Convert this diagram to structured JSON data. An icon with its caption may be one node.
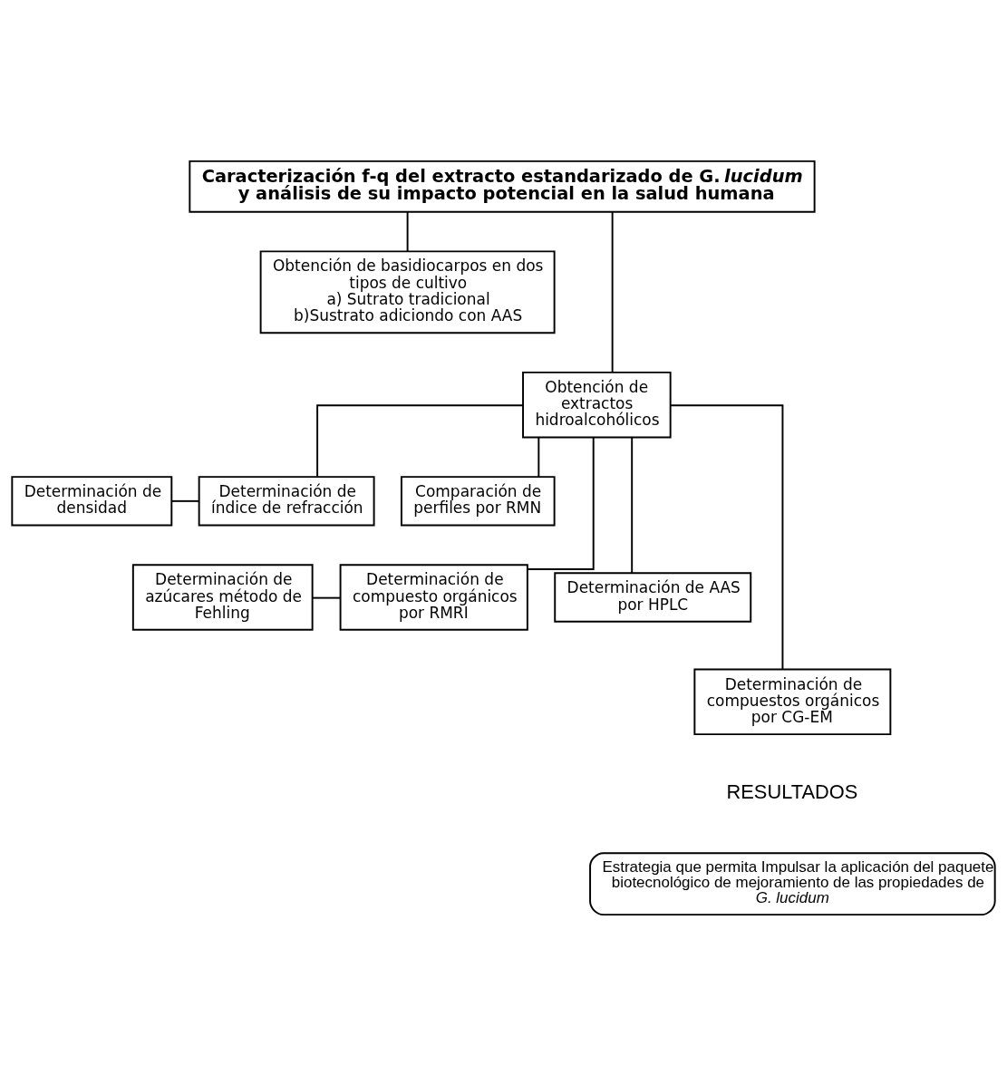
{
  "diagram": {
    "nodes": [
      {
        "text": [
          "Caracterización f-q del extracto estandarizado de G. *lucidum* y análisis de su impacto potencial en la salud humana"
        ]
      },
      {
        "text": [
          "Obtención de basidiocarpos en dos tipos de cultivo",
          "a) Sutrato tradicional",
          "b)Sustrato adiciondo con AAS"
        ]
      },
      {
        "text": [
          "Obtención de extractos hidroalcohólicos"
        ]
      },
      {
        "text": [
          "Determinación de densidad"
        ]
      },
      {
        "text": [
          "Determinación de índice de refracción"
        ]
      },
      {
        "text": [
          "Comparación de perfiles por RMN"
        ]
      },
      {
        "text": [
          "Determinación de azúcares método de Fehling"
        ]
      },
      {
        "text": [
          "Determinación de compuesto orgánicos por RMRI"
        ]
      },
      {
        "text": [
          "Determinación de AAS por HPLC"
        ]
      },
      {
        "text": [
          "Determinación de compuestos orgánicos por CG-EM"
        ]
      },
      {
        "text": [
          "Estrategia que permita Impulsar la aplicación del paquete biotecnológico de mejoramiento de las propiedades de *G. lucidum*"
        ]
      }
    ],
    "edges": [
      {
        "from": 0,
        "to": 1,
        "arrow": "none"
      },
      {
        "from": 0,
        "to": 2,
        "arrow": "none"
      },
      {
        "from": 2,
        "to": 4,
        "arrow": "none"
      },
      {
        "from": 2,
        "to": 5,
        "arrow": "none"
      },
      {
        "from": 2,
        "to": 7,
        "arrow": "none"
      },
      {
        "from": 2,
        "to": 8,
        "arrow": "none"
      },
      {
        "from": 2,
        "to": 9,
        "arrow": "none"
      },
      {
        "from": 3,
        "to": 4,
        "arrow": "none"
      },
      {
        "from": 6,
        "to": 7,
        "arrow": "none"
      }
    ],
    "labels": [
      "RESULTADOS"
    ]
  }
}
